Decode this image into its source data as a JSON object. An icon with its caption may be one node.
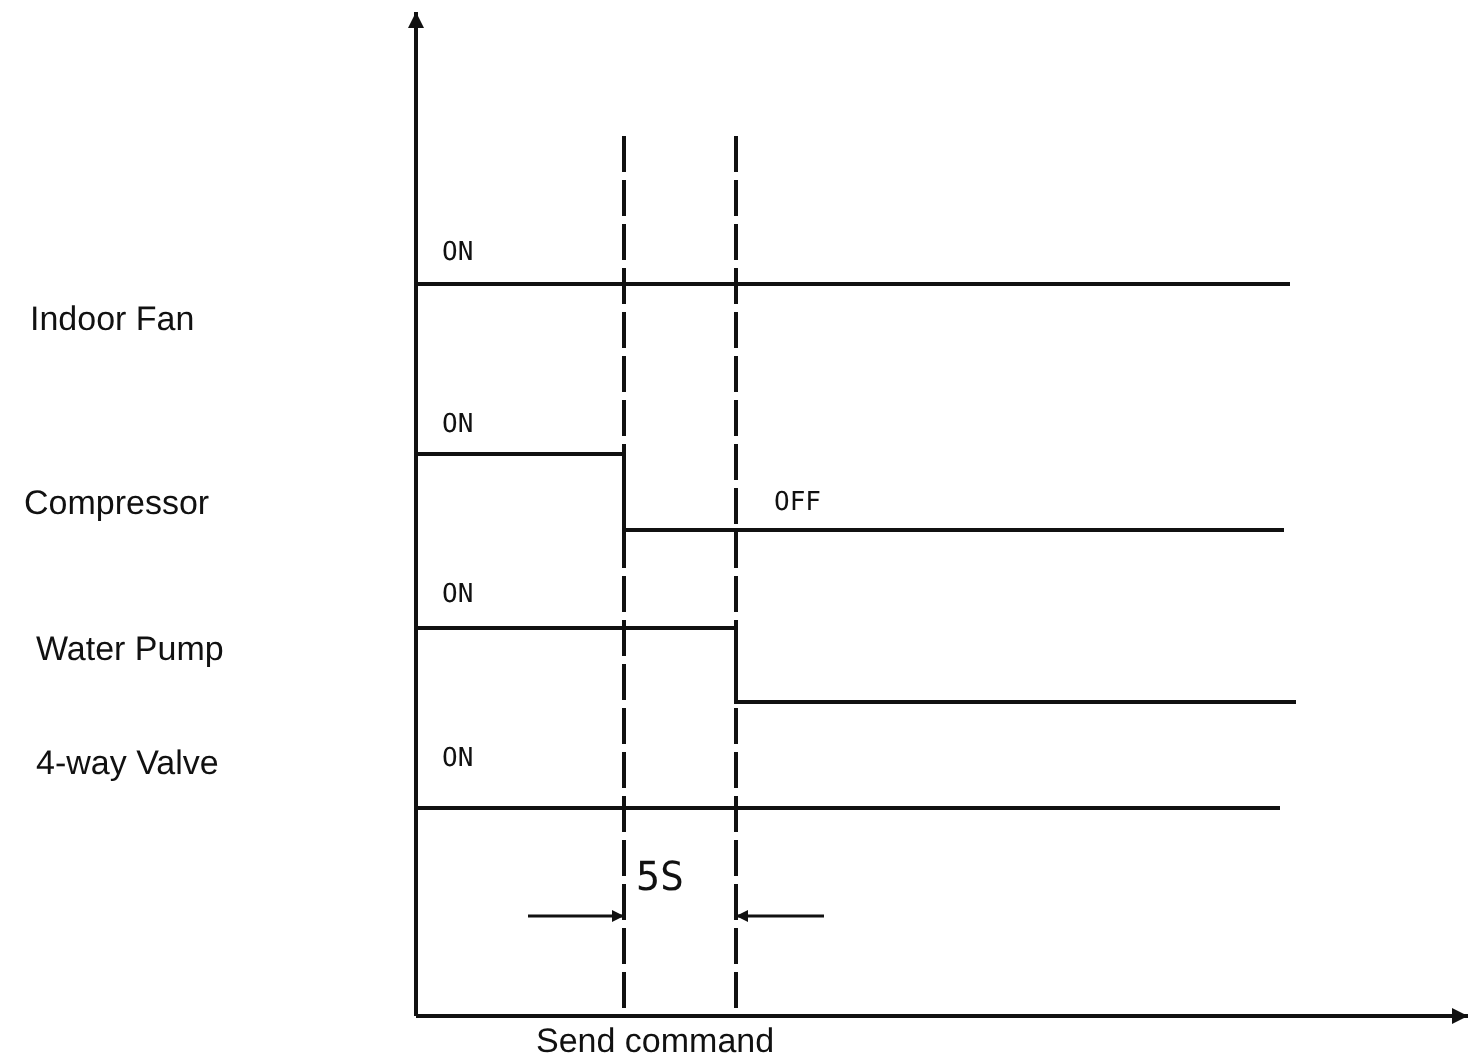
{
  "diagram": {
    "labels": [
      "ON",
      "Indoor Fan",
      "ON",
      "Compressor",
      "OFF",
      "ON",
      "Water Pump",
      "ON",
      "4-way Valve",
      "5S",
      "Send command"
    ]
  }
}
